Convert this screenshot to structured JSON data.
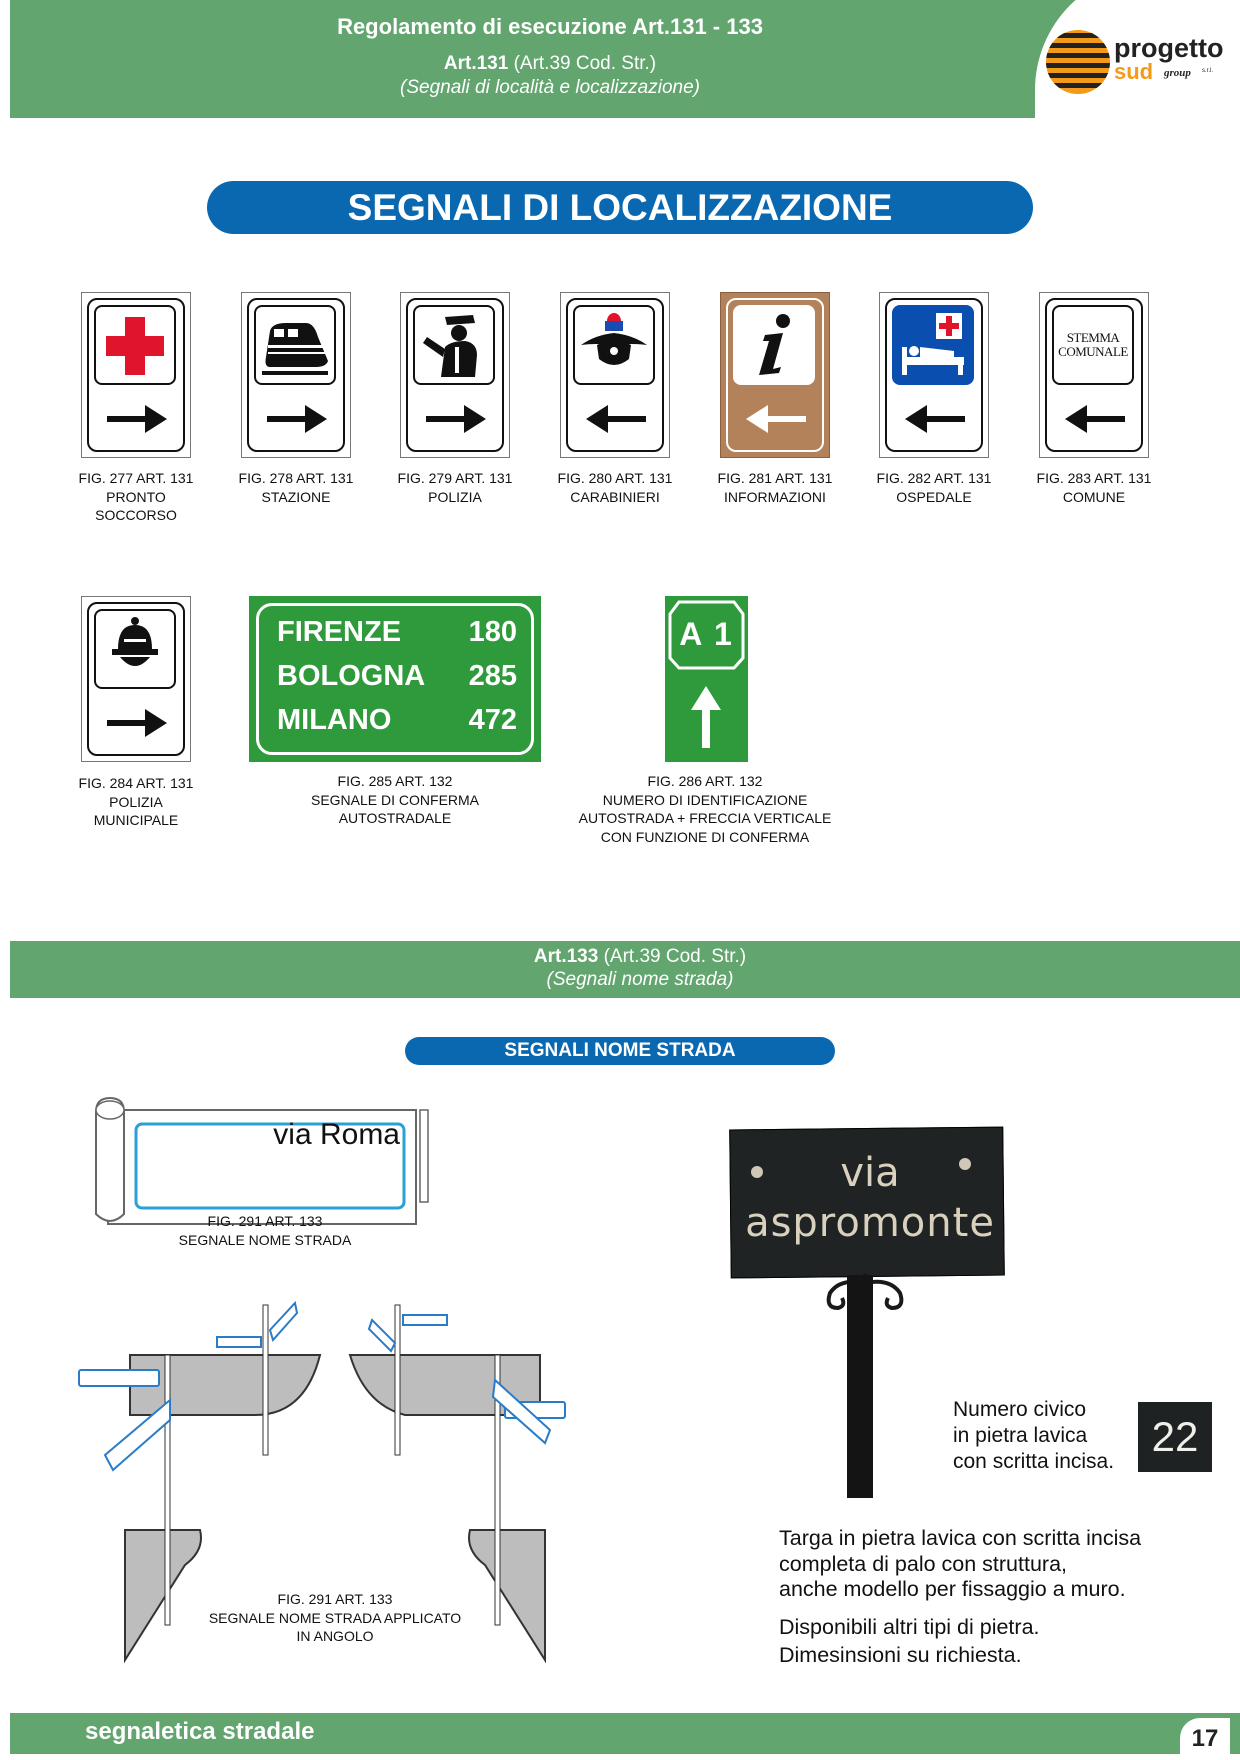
{
  "header": {
    "title": "Regolamento di esecuzione Art.131 - 133",
    "art_bold": "Art.131",
    "art_rest": " (Art.39 Cod. Str.)",
    "subtitle": "(Segnali di località e localizzazione)"
  },
  "logo": {
    "word1": "progetto",
    "word2": "sud",
    "word3": "group",
    "word4": "s.r.l."
  },
  "section1_title": "SEGNALI DI LOCALIZZAZIONE",
  "row1_signs": [
    {
      "fig": "FIG. 277 ART. 131",
      "lines": [
        "PRONTO",
        "SOCCORSO"
      ],
      "icon": "red-cross-icon"
    },
    {
      "fig": "FIG. 278 ART. 131",
      "lines": [
        "STAZIONE"
      ],
      "icon": "train-icon"
    },
    {
      "fig": "FIG. 279 ART. 131",
      "lines": [
        "POLIZIA"
      ],
      "icon": "police-officer-icon"
    },
    {
      "fig": "FIG. 280 ART. 131",
      "lines": [
        "CARABINIERI"
      ],
      "icon": "carabiniere-hat-icon"
    },
    {
      "fig": "FIG. 281 ART. 131",
      "lines": [
        "INFORMAZIONI"
      ],
      "icon": "info-icon"
    },
    {
      "fig": "FIG. 282 ART. 131",
      "lines": [
        "OSPEDALE"
      ],
      "icon": "hospital-bed-icon"
    },
    {
      "fig": "FIG. 283 ART. 131",
      "lines": [
        "COMUNE"
      ],
      "icon": "coat-of-arms-icon"
    }
  ],
  "comune_sign_text": [
    "STEMMA",
    "COMUNALE"
  ],
  "sign284": {
    "fig": "FIG. 284 ART. 131",
    "lines": [
      "POLIZIA",
      "MUNICIPALE"
    ],
    "icon": "municipal-police-helmet-icon"
  },
  "sign285": {
    "rows": [
      {
        "city": "FIRENZE",
        "km": "180"
      },
      {
        "city": "BOLOGNA",
        "km": "285"
      },
      {
        "city": "MILANO",
        "km": "472"
      }
    ],
    "fig": "FIG. 285 ART. 132",
    "lines": [
      "SEGNALE DI CONFERMA",
      "AUTOSTRADALE"
    ]
  },
  "sign286": {
    "code": "A 1",
    "fig": "FIG. 286 ART. 132",
    "lines": [
      "NUMERO DI IDENTIFICAZIONE",
      "AUTOSTRADA + FRECCIA VERTICALE",
      "CON FUNZIONE DI CONFERMA"
    ]
  },
  "band2": {
    "art_bold": "Art.133",
    "art_rest": " (Art.39 Cod. Str.)",
    "subtitle": "(Segnali nome strada)"
  },
  "section2_title": "SEGNALI NOME STRADA",
  "fig291a": {
    "street": "via Roma",
    "fig": "FIG. 291 ART. 133",
    "lines": [
      "SEGNALE NOME STRADA"
    ]
  },
  "fig291b": {
    "fig": "FIG. 291 ART. 133",
    "lines": [
      "SEGNALE NOME STRADA APPLICATO",
      "IN ANGOLO"
    ]
  },
  "stone_sign": {
    "line1": "via",
    "line2": "aspromonte"
  },
  "civic": {
    "lines": [
      "Numero civico",
      "in pietra lavica",
      "con scritta incisa."
    ],
    "number": "22"
  },
  "description": {
    "lines1": [
      "Targa in pietra lavica con scritta incisa",
      "completa di palo con struttura,",
      "anche modello per fissaggio a muro."
    ],
    "lines2": [
      "Disponibili altri tipi di pietra.",
      "Dimesinsioni su richiesta."
    ]
  },
  "footer": {
    "label": "segnaletica stradale",
    "page": "17"
  },
  "colors": {
    "green": "#62a56f",
    "blue": "#0a68b0",
    "sign_green": "#2f9a3c",
    "info_brown": "#b3825a",
    "red": "#e0142a"
  }
}
